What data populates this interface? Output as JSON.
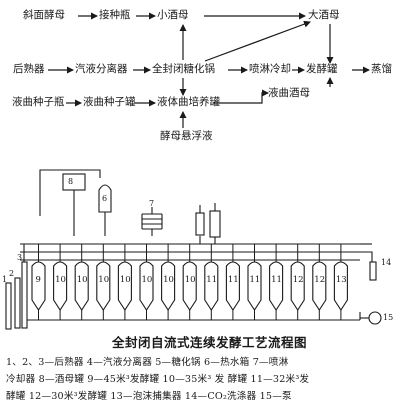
{
  "flowchart": {
    "nodes": {
      "slant_yeast": "斜面酵母",
      "inoculation_bottle": "接种瓶",
      "small_wine_mother": "小酒母",
      "large_wine_mother": "大酒母",
      "post_heater": "后熟器",
      "vapor_liquid_separator": "汽液分离器",
      "sealed_saccharification_pot": "全封闭糖化锅",
      "spray_cooling": "喷淋冷却",
      "fermentation_tank": "发酵罐",
      "distillation": "蒸馏",
      "liquid_koji_seed_bottle": "液曲种子瓶",
      "liquid_koji_seed_tank": "液曲种子罐",
      "liquid_koji_culture_tank": "液体曲培养罐",
      "liquid_koji_wine_mother": "液曲酒母",
      "yeast_suspension": "酵母悬浮液"
    }
  },
  "diagram": {
    "caption": "全封闭自流式连续发酵工艺流程图",
    "tank_numbers": [
      "9",
      "10",
      "10",
      "10",
      "10",
      "10",
      "10",
      "10",
      "11",
      "11",
      "11",
      "11",
      "12",
      "12",
      "13"
    ],
    "callouts": {
      "n1": "1",
      "n2": "2",
      "n3": "3",
      "n6": "6",
      "n7": "7",
      "n8": "8",
      "n14": "14",
      "n15": "15"
    }
  },
  "legend": {
    "line1": "1、2、3—后熟器   4—汽液分离器   5—糖化锅   6—热水箱   7—喷淋",
    "line2": "冷却器   8—酒母罐   9—45米³发酵罐   10—35米³ 发 酵罐   11—32米³发",
    "line3": "酵罐   12—30米³发酵罐   13—泡沫捕集器   14—CO₂洗涤器   15—泵"
  }
}
